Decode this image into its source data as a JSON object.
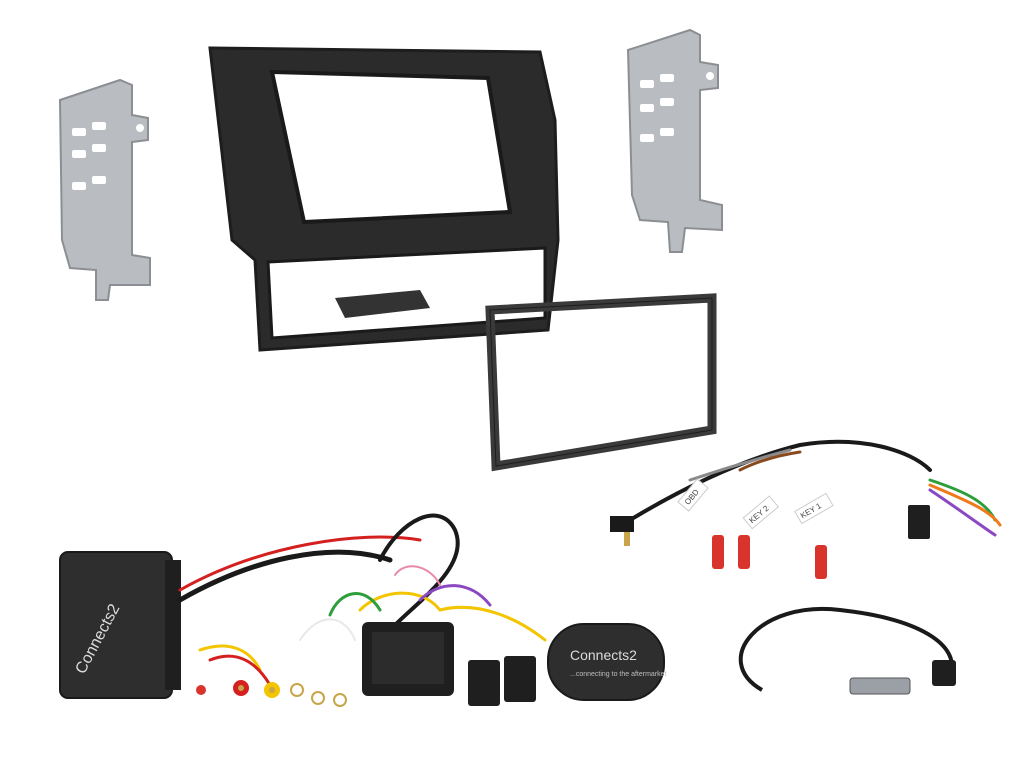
{
  "scene": {
    "background": "#ffffff",
    "colors": {
      "bracket_steel": "#b9bcc0",
      "bracket_edge": "#8b8e92",
      "fascia_black": "#2b2b2b",
      "fascia_rim": "#1d1d1d",
      "trim_ring": "#3a3a3a",
      "module_black": "#2e2e2e",
      "wire_black": "#1a1a1a",
      "wire_red": "#d4201f",
      "wire_yellow": "#f2c500",
      "wire_brown": "#8a4a1e",
      "wire_green": "#2e9e3a",
      "wire_purple": "#8b48c2",
      "wire_orange": "#f07a1a",
      "wire_pink": "#e88aa8",
      "wire_white": "#e8e8e8",
      "wire_blue": "#3a6fd1",
      "wire_grey": "#8a8a8a",
      "connector_red": "#d8342c",
      "rca_gold": "#c9a44a",
      "tag_paper": "#ffffff"
    }
  },
  "labels": {
    "tag_obd": "OBD",
    "tag_key2": "KEY 2",
    "tag_key1": "KEY 1",
    "brand_main": "Connects2",
    "brand_tagline": "...connecting to the aftermarket"
  }
}
